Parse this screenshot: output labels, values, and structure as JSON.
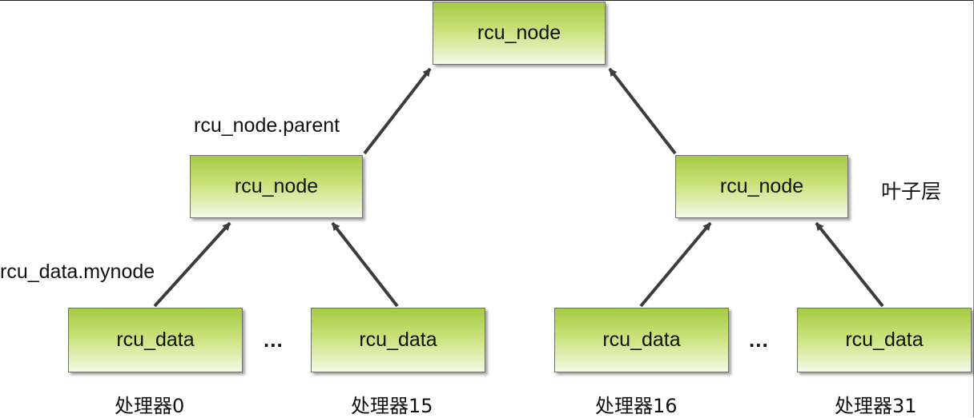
{
  "tree": {
    "root": {
      "label": "rcu_node"
    },
    "left_node": {
      "label": "rcu_node"
    },
    "right_node": {
      "label": "rcu_node"
    },
    "leaves": [
      {
        "label": "rcu_data",
        "cpu": "处理器0"
      },
      {
        "label": "rcu_data",
        "cpu": "处理器15"
      },
      {
        "label": "rcu_data",
        "cpu": "处理器16"
      },
      {
        "label": "rcu_data",
        "cpu": "处理器31"
      }
    ]
  },
  "annotations": {
    "parent_pointer": "rcu_node.parent",
    "mynode_pointer": "rcu_data.mynode",
    "leaf_layer": "叶子层",
    "ellipsis": "..."
  },
  "colors": {
    "box_top": "#a6cb45",
    "box_bottom": "#f4f9e6",
    "arrow": "#3c3c3c"
  }
}
